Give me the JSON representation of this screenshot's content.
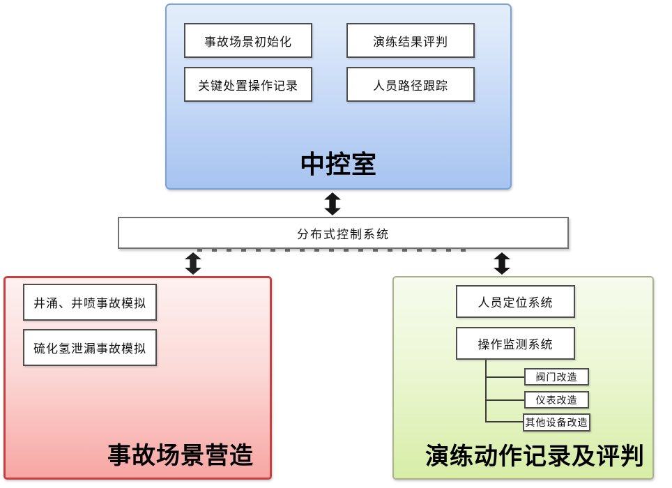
{
  "control_room": {
    "title": "中控室",
    "modules": [
      "事故场景初始化",
      "演练结果评判",
      "关键处置操作记录",
      "人员路径跟踪"
    ]
  },
  "dcs_label": "分布式控制系统",
  "accident_scene": {
    "title": "事故场景营造",
    "modules": [
      "井涌、井喷事故模拟",
      "硫化氢泄漏事故模拟"
    ]
  },
  "drill_evaluation": {
    "title": "演练动作记录及评判",
    "systems": [
      "人员定位系统",
      "操作监测系统"
    ],
    "retrofit_items": [
      "阀门改造",
      "仪表改造",
      "其他设备改造"
    ]
  },
  "colors": {
    "control_room_fill_top": "#e3edfb",
    "control_room_fill_bottom": "#a6c3f0",
    "control_room_border": "#7ba2d6",
    "accident_fill_top": "#fdf1f0",
    "accident_fill_bottom": "#f7a6a3",
    "accident_border": "#c64040",
    "drill_fill_top": "#f6fbee",
    "drill_fill_bottom": "#d7eda6",
    "drill_border": "#a9b18e",
    "inner_box_border": "#4d4d4d",
    "dcs_border": "#707070",
    "arrow": "#161616"
  }
}
